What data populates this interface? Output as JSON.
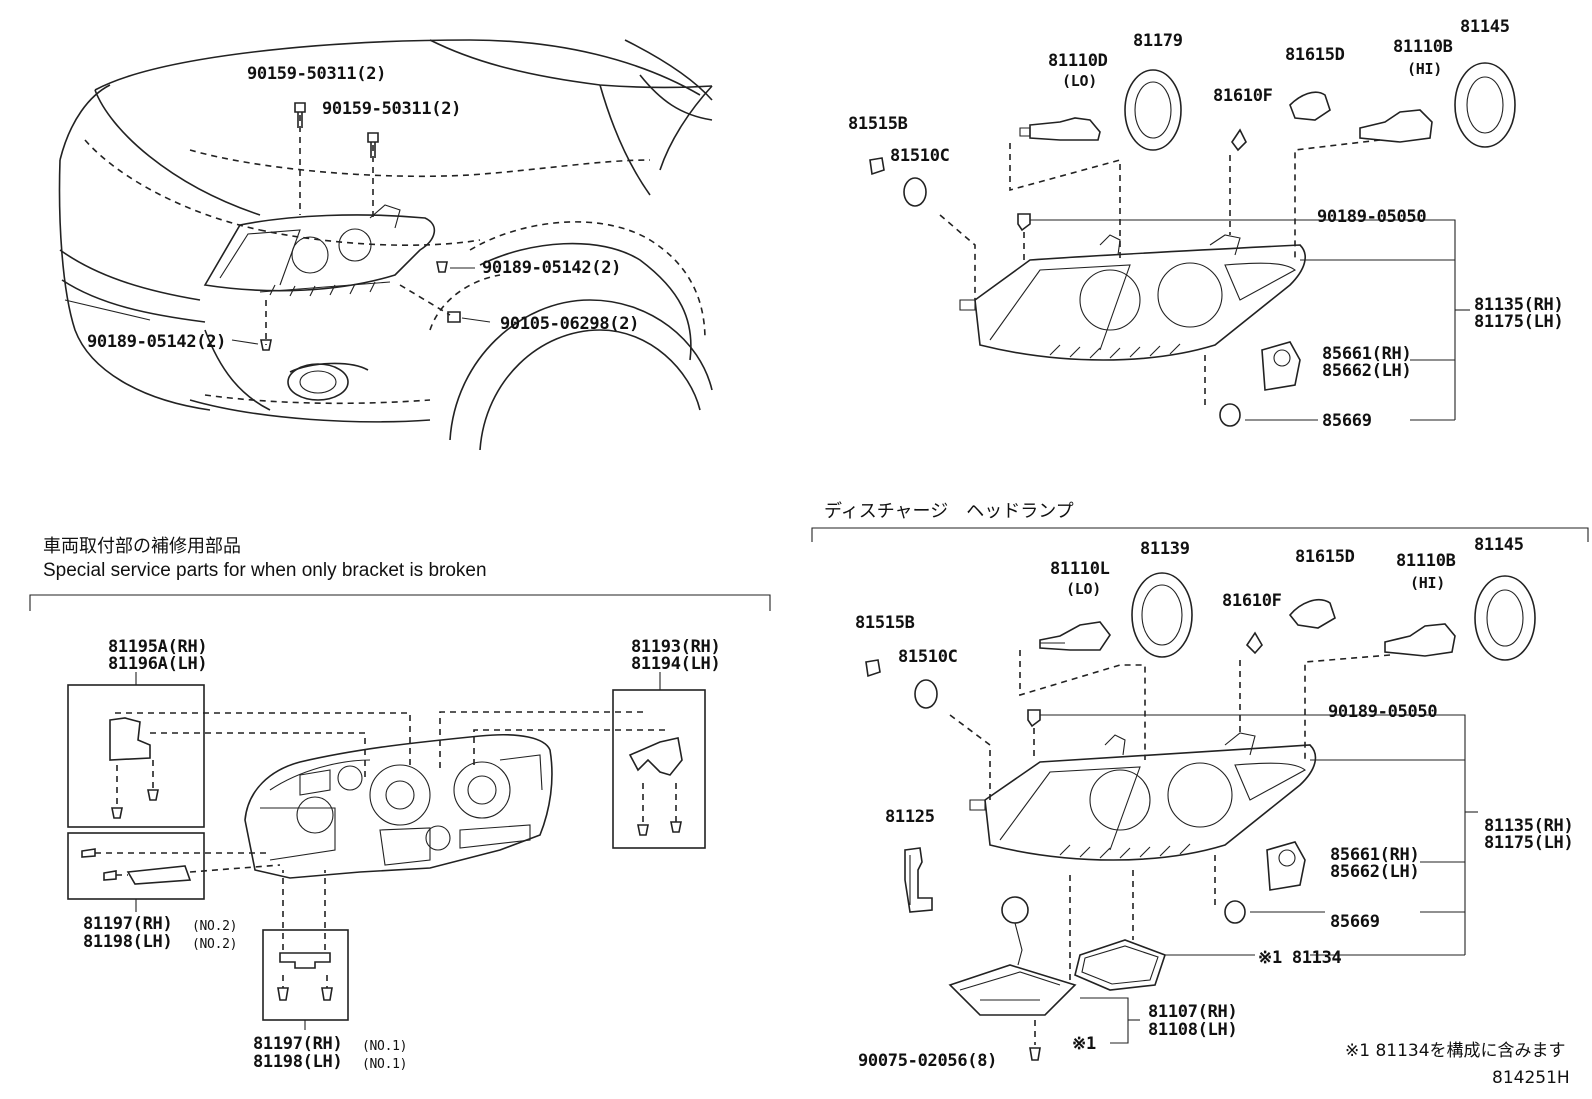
{
  "diagram_id": "814251H",
  "car_view": {
    "labels": {
      "screw_top_1": "90159-50311(2)",
      "screw_top_2": "90159-50311(2)",
      "clip_right": "90189-05142(2)",
      "nut_right": "90105-06298(2)",
      "clip_left": "90189-05142(2)"
    }
  },
  "halogen": {
    "labels": {
      "bulb_lo": "81110D",
      "bulb_lo_sub": "(LO)",
      "cap_lo": "81179",
      "socket_d": "81615D",
      "bulb_hi": "81110B",
      "bulb_hi_sub": "(HI)",
      "cap_hi": "81145",
      "bulb_f": "81610F",
      "socket_b": "81515B",
      "bulb_c": "81510C",
      "clip": "90189-05050",
      "lamp_rh": "81135(RH)",
      "lamp_lh": "81175(LH)",
      "motor_rh": "85661(RH)",
      "motor_lh": "85662(LH)",
      "oring": "85669"
    }
  },
  "discharge": {
    "title": "ディスチャージ　ヘッドランプ",
    "labels": {
      "bulb_lo": "81110L",
      "bulb_lo_sub": "(LO)",
      "cap_lo": "81139",
      "socket_d": "81615D",
      "bulb_hi": "81110B",
      "bulb_hi_sub": "(HI)",
      "cap_hi": "81145",
      "bulb_f": "81610F",
      "socket_b": "81515B",
      "bulb_c": "81510C",
      "clip": "90189-05050",
      "wire": "81125",
      "lamp_rh": "81135(RH)",
      "lamp_lh": "81175(LH)",
      "motor_rh": "85661(RH)",
      "motor_lh": "85662(LH)",
      "oring": "85669",
      "gasket": "※1 81134",
      "ballast_rh": "81107(RH)",
      "ballast_lh": "81108(LH)",
      "ballast_mark": "※1",
      "screw": "90075-02056(8)",
      "footnote": "※1 81134を構成に含みます"
    }
  },
  "brackets": {
    "title_jp": "車両取付部の補修用部品",
    "title_en": "Special service parts for when only bracket is broken",
    "labels": {
      "a_rh": "81195A(RH)",
      "a_lh": "81196A(LH)",
      "b_rh": "81193(RH)",
      "b_lh": "81194(LH)",
      "c_rh": "81197(RH)",
      "c_rh_no": "(NO.2)",
      "c_lh": "81198(LH)",
      "c_lh_no": "(NO.2)",
      "d_rh": "81197(RH)",
      "d_rh_no": "(NO.1)",
      "d_lh": "81198(LH)",
      "d_lh_no": "(NO.1)"
    }
  }
}
